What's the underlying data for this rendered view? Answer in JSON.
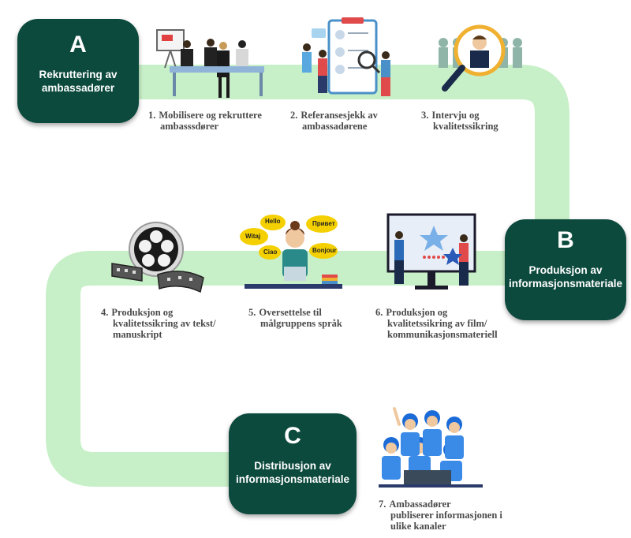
{
  "phases": [
    {
      "letter": "A",
      "title_line1": "Rekruttering av",
      "title_line2": "ambassadører"
    },
    {
      "letter": "B",
      "title_line1": "Produksjon av",
      "title_line2": "informasjonsmateriale"
    },
    {
      "letter": "C",
      "title_line1": "Distribusjon av",
      "title_line2": "informasjonsmateriale"
    }
  ],
  "steps": [
    {
      "num": "1.",
      "line1": "Mobilisere og rekruttere",
      "line2": "ambasssdører",
      "line3": ""
    },
    {
      "num": "2.",
      "line1": "Referansesjekk av",
      "line2": "ambassadørene",
      "line3": ""
    },
    {
      "num": "3.",
      "line1": "Intervju og",
      "line2": "kvalitetssikring",
      "line3": ""
    },
    {
      "num": "4.",
      "line1": "Produksjon og",
      "line2": "kvalitetssikring av tekst/",
      "line3": "manuskript"
    },
    {
      "num": "5.",
      "line1": "Oversettelse til",
      "line2": "målgruppens språk",
      "line3": ""
    },
    {
      "num": "6.",
      "line1": "Produksjon og",
      "line2": "kvalitetssikring av film/",
      "line3": "kommunikasjonsmateriell"
    },
    {
      "num": "7.",
      "line1": "Ambassadører",
      "line2": "publiserer informasjonen i",
      "line3": "ulike kanaler"
    }
  ],
  "translation_bubbles": [
    "Hello",
    "Привет",
    "Witaj",
    "Ciao",
    "Bonjour"
  ],
  "colors": {
    "path": "#c8f0c8",
    "phase_box": "#0d4a3e",
    "step_text": "#4a4a4a"
  },
  "icons": [
    "meeting-illustration",
    "reference-check-illustration",
    "interview-magnifier-illustration",
    "film-reel-illustration",
    "translator-illustration",
    "presentation-screen-illustration",
    "ambassadors-group-illustration"
  ]
}
